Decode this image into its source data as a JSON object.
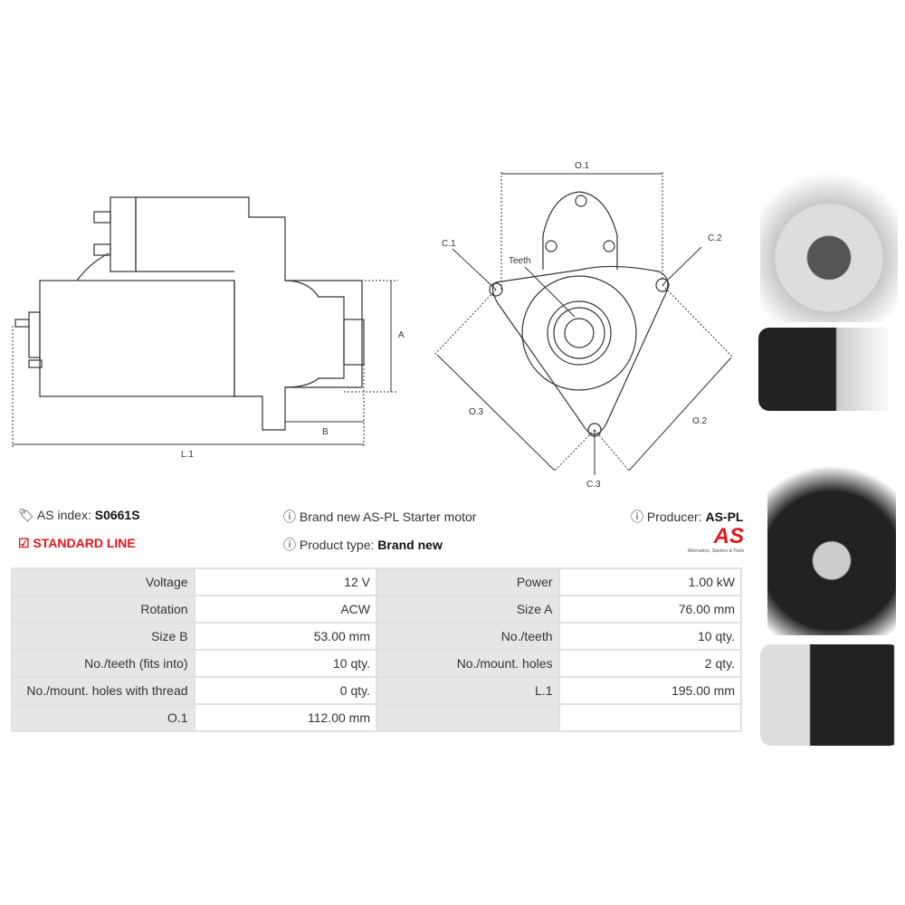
{
  "diagram": {
    "side": {
      "l1": "L.1",
      "a": "A",
      "b": "B"
    },
    "front": {
      "o1": "O.1",
      "o2": "O.2",
      "o3": "O.3",
      "c1": "C.1",
      "c2": "C.2",
      "c3": "C.3",
      "teeth": "Teeth"
    }
  },
  "info": {
    "as_index_label": "AS index:",
    "as_index_value": "S0661S",
    "line": "STANDARD LINE",
    "description": "Brand new AS-PL Starter motor",
    "product_type_label": "Product type:",
    "product_type_value": "Brand new",
    "producer_label": "Producer:",
    "producer_value": "AS-PL"
  },
  "logo": {
    "text": "AS",
    "tagline": "Alternators, Starters & Parts"
  },
  "specs": [
    [
      "Voltage",
      "12 V",
      "Power",
      "1.00 kW"
    ],
    [
      "Rotation",
      "ACW",
      "Size A",
      "76.00 mm"
    ],
    [
      "Size B",
      "53.00 mm",
      "No./teeth",
      "10 qty."
    ],
    [
      "No./teeth (fits into)",
      "10 qty.",
      "No./mount. holes",
      "2 qty."
    ],
    [
      "No./mount. holes with thread",
      "0 qty.",
      "L.1",
      "195.00 mm"
    ],
    [
      "O.1",
      "112.00 mm",
      "",
      ""
    ]
  ],
  "colors": {
    "accent": "#e3161b",
    "label_bg": "#e6e6e6"
  }
}
